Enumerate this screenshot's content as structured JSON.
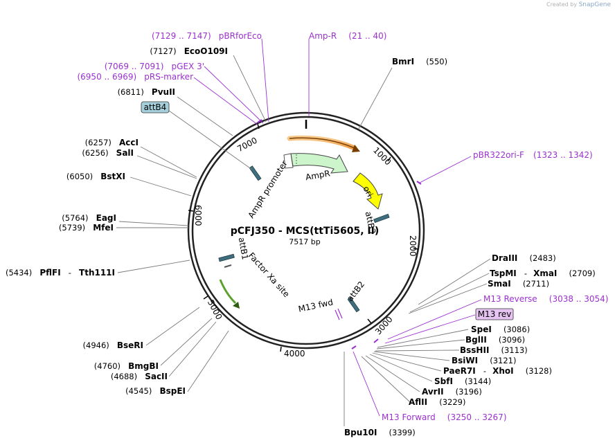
{
  "credit": {
    "prefix": "Created by",
    "brand": "SnapGene"
  },
  "plasmid": {
    "name": "pCFJ350 - MCS(ttTi5605, II)",
    "length": "7517 bp"
  },
  "ticks": [
    "1000",
    "2000",
    "3000",
    "4000",
    "5000",
    "6000",
    "7000"
  ],
  "features": {
    "ampr": "AmpR",
    "ampr_promoter": "AmpR promoter",
    "ori": "ori",
    "attB1": "attB1",
    "attB2": "attB2",
    "attB3": "attB3",
    "attB4": "attB4",
    "factor_xa": "Factor Xa site",
    "m13_fwd": "M13 fwd",
    "m13_rev": "M13 rev"
  },
  "primers": {
    "pbrforeco": {
      "range": "(7129 .. 7147)",
      "name": "pBRforEco"
    },
    "pgex3": {
      "range": "(7069 .. 7091)",
      "name": "pGEX 3'"
    },
    "prsmarker": {
      "range": "(6950 .. 6969)",
      "name": "pRS-marker"
    },
    "ampr_primer": {
      "name": "Amp-R",
      "range": "(21 .. 40)"
    },
    "pbr322ori": {
      "name": "pBR322ori-F",
      "range": "(1323 .. 1342)"
    },
    "m13reverse": {
      "name": "M13 Reverse",
      "range": "(3038 .. 3054)"
    },
    "m13forward": {
      "name": "M13 Forward",
      "range": "(3250 .. 3267)"
    }
  },
  "enzymes": {
    "ecoo109i": {
      "pos": "(7127)",
      "name": "EcoO109I"
    },
    "pvuii": {
      "pos": "(6811)",
      "name": "PvuII"
    },
    "acci": {
      "pos": "(6257)",
      "name": "AccI"
    },
    "sali": {
      "pos": "(6256)",
      "name": "SalI"
    },
    "bstxi": {
      "pos": "(6050)",
      "name": "BstXI"
    },
    "eagi": {
      "pos": "(5764)",
      "name": "EagI"
    },
    "mfei": {
      "pos": "(5739)",
      "name": "MfeI"
    },
    "pflfi": {
      "pos": "(5434)",
      "name": "PflFI",
      "sep": "-",
      "name2": "Tth111I"
    },
    "beseri": {
      "pos": "(4946)",
      "name": "BseRI"
    },
    "bmgbi": {
      "pos": "(4760)",
      "name": "BmgBI"
    },
    "sacii": {
      "pos": "(4688)",
      "name": "SacII"
    },
    "bspei": {
      "pos": "(4545)",
      "name": "BspEI"
    },
    "bmri": {
      "name": "BmrI",
      "pos": "(550)"
    },
    "draiii": {
      "name": "DraIII",
      "pos": "(2483)"
    },
    "tspmi": {
      "name": "TspMI",
      "sep": "-",
      "name2": "XmaI",
      "pos": "(2709)"
    },
    "smai": {
      "name": "SmaI",
      "pos": "(2711)"
    },
    "spei": {
      "name": "SpeI",
      "pos": "(3086)"
    },
    "bglii": {
      "name": "BglII",
      "pos": "(3096)"
    },
    "bsshii": {
      "name": "BssHII",
      "pos": "(3113)"
    },
    "bsiwi": {
      "name": "BsiWI",
      "pos": "(3121)"
    },
    "paer7i": {
      "name": "PaeR7I",
      "sep": "-",
      "name2": "XhoI",
      "pos": "(3128)"
    },
    "sbfi": {
      "name": "SbfI",
      "pos": "(3144)"
    },
    "avrii": {
      "name": "AvrII",
      "pos": "(3196)"
    },
    "aflii": {
      "name": "AflII",
      "pos": "(3229)"
    },
    "bpu10i": {
      "name": "Bpu10I",
      "pos": "(3399)"
    }
  },
  "colors": {
    "primer": "#9b30d0",
    "ampr_fill": "#ccf5cc",
    "ori_fill": "#ffff00",
    "attb_fill": "#3f6f7f",
    "label_box": "#a6cfdc",
    "m13rev_box": "#e6c4f2",
    "factor_xa": "#5aa02c",
    "orange_arrow": "#f4b66a"
  }
}
